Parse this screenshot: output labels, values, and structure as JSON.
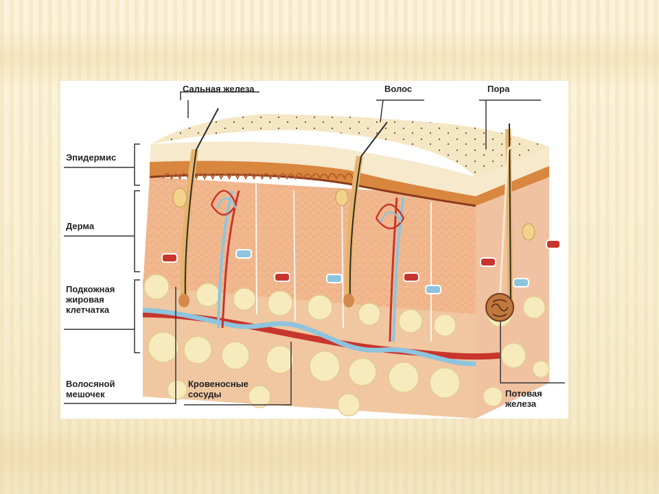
{
  "diagram": {
    "labels": {
      "sebaceous_gland": "Сальная железа",
      "hair": "Волос",
      "pore": "Пора",
      "epidermis": "Эпидермис",
      "dermis": "Дерма",
      "subcutaneous_fat": "Подкожная\nжировая\nклетчатка",
      "hair_follicle": "Волосяной\nмешочек",
      "blood_vessels": "Кровеносные\nсосуды",
      "sweat_gland": "Потовая\nжелеза"
    },
    "colors": {
      "epidermis": "#f5e6c4",
      "dermis": "#f2b98f",
      "fat": "#f4e6b3",
      "artery": "#c8352c",
      "vein": "#8ec4de"
    }
  }
}
